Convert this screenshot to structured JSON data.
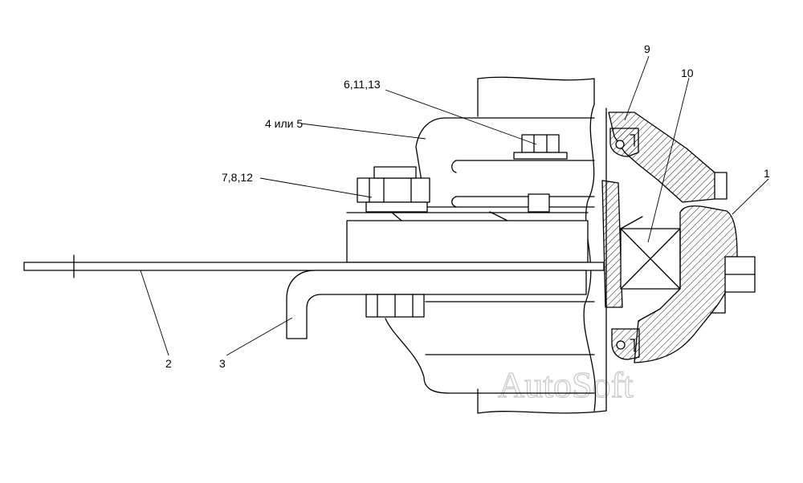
{
  "callouts": {
    "c1": "1",
    "c2": "2",
    "c3": "3",
    "c4": "4 или 5",
    "c6": "6,11,13",
    "c7": "7,8,12",
    "c9": "9",
    "c10": "10"
  },
  "watermark": "AutoSoft",
  "colors": {
    "line": "#000000",
    "background": "#ffffff",
    "watermark": "#c8c8c8"
  }
}
